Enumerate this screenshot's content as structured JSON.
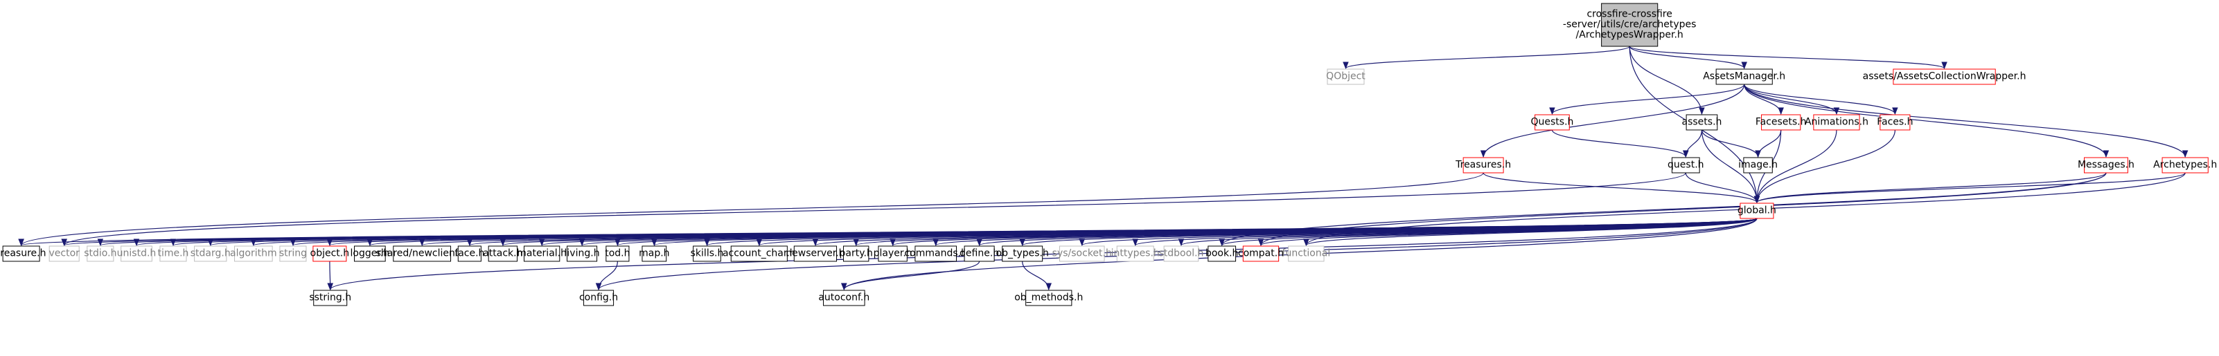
{
  "nodes": [
    {
      "id": "root",
      "lines": [
        "crossfire-crossfire",
        "-server/utils/cre/archetypes",
        "/ArchetypesWrapper.h"
      ],
      "style": "root"
    },
    {
      "id": "qobject",
      "lines": [
        "QObject"
      ],
      "style": "gray"
    },
    {
      "id": "assetsmanager",
      "lines": [
        "AssetsManager.h"
      ],
      "style": "black"
    },
    {
      "id": "assetscollection",
      "lines": [
        "assets/AssetsCollectionWrapper.h"
      ],
      "style": "red"
    },
    {
      "id": "quests",
      "lines": [
        "Quests.h"
      ],
      "style": "red"
    },
    {
      "id": "assets",
      "lines": [
        "assets.h"
      ],
      "style": "black"
    },
    {
      "id": "facesets",
      "lines": [
        "Facesets.h"
      ],
      "style": "red"
    },
    {
      "id": "animations",
      "lines": [
        "Animations.h"
      ],
      "style": "red"
    },
    {
      "id": "faces",
      "lines": [
        "Faces.h"
      ],
      "style": "red"
    },
    {
      "id": "treasures",
      "lines": [
        "Treasures.h"
      ],
      "style": "red"
    },
    {
      "id": "quest",
      "lines": [
        "quest.h"
      ],
      "style": "black"
    },
    {
      "id": "image",
      "lines": [
        "image.h"
      ],
      "style": "black"
    },
    {
      "id": "messages",
      "lines": [
        "Messages.h"
      ],
      "style": "red"
    },
    {
      "id": "archetypes",
      "lines": [
        "Archetypes.h"
      ],
      "style": "red"
    },
    {
      "id": "global",
      "lines": [
        "global.h"
      ],
      "style": "red"
    },
    {
      "id": "treasure",
      "lines": [
        "treasure.h"
      ],
      "style": "black"
    },
    {
      "id": "vector",
      "lines": [
        "vector"
      ],
      "style": "gray"
    },
    {
      "id": "stdio",
      "lines": [
        "stdio.h"
      ],
      "style": "gray"
    },
    {
      "id": "unistd",
      "lines": [
        "unistd.h"
      ],
      "style": "gray"
    },
    {
      "id": "time",
      "lines": [
        "time.h"
      ],
      "style": "gray"
    },
    {
      "id": "stdarg",
      "lines": [
        "stdarg.h"
      ],
      "style": "gray"
    },
    {
      "id": "algorithm",
      "lines": [
        "algorithm"
      ],
      "style": "gray"
    },
    {
      "id": "string",
      "lines": [
        "string"
      ],
      "style": "gray"
    },
    {
      "id": "object",
      "lines": [
        "object.h"
      ],
      "style": "red"
    },
    {
      "id": "logger",
      "lines": [
        "logger.h"
      ],
      "style": "black"
    },
    {
      "id": "newclient",
      "lines": [
        "shared/newclient.h"
      ],
      "style": "black"
    },
    {
      "id": "face",
      "lines": [
        "face.h"
      ],
      "style": "black"
    },
    {
      "id": "attack",
      "lines": [
        "attack.h"
      ],
      "style": "black"
    },
    {
      "id": "material",
      "lines": [
        "material.h"
      ],
      "style": "black"
    },
    {
      "id": "living",
      "lines": [
        "living.h"
      ],
      "style": "black"
    },
    {
      "id": "tod",
      "lines": [
        "tod.h"
      ],
      "style": "black"
    },
    {
      "id": "map",
      "lines": [
        "map.h"
      ],
      "style": "black"
    },
    {
      "id": "skills",
      "lines": [
        "skills.h"
      ],
      "style": "black"
    },
    {
      "id": "account_char",
      "lines": [
        "account_char.h"
      ],
      "style": "black"
    },
    {
      "id": "newserver",
      "lines": [
        "newserver.h"
      ],
      "style": "black"
    },
    {
      "id": "party",
      "lines": [
        "party.h"
      ],
      "style": "black"
    },
    {
      "id": "player",
      "lines": [
        "player.h"
      ],
      "style": "black"
    },
    {
      "id": "commands",
      "lines": [
        "commands.h"
      ],
      "style": "black"
    },
    {
      "id": "define",
      "lines": [
        "define.h"
      ],
      "style": "black"
    },
    {
      "id": "ob_types",
      "lines": [
        "ob_types.h"
      ],
      "style": "black"
    },
    {
      "id": "socket",
      "lines": [
        "sys/socket.h"
      ],
      "style": "gray"
    },
    {
      "id": "inttypes",
      "lines": [
        "inttypes.h"
      ],
      "style": "gray"
    },
    {
      "id": "stdbool",
      "lines": [
        "stdbool.h"
      ],
      "style": "gray"
    },
    {
      "id": "book",
      "lines": [
        "book.h"
      ],
      "style": "black"
    },
    {
      "id": "compat",
      "lines": [
        "compat.h"
      ],
      "style": "red"
    },
    {
      "id": "functional",
      "lines": [
        "functional"
      ],
      "style": "gray"
    },
    {
      "id": "sstring",
      "lines": [
        "sstring.h"
      ],
      "style": "black"
    },
    {
      "id": "config",
      "lines": [
        "config.h"
      ],
      "style": "black"
    },
    {
      "id": "autoconf",
      "lines": [
        "autoconf.h"
      ],
      "style": "black"
    },
    {
      "id": "ob_methods",
      "lines": [
        "ob_methods.h"
      ],
      "style": "black"
    }
  ],
  "edges": [
    [
      "root",
      "qobject"
    ],
    [
      "root",
      "assetsmanager"
    ],
    [
      "root",
      "assetscollection"
    ],
    [
      "root",
      "assets"
    ],
    [
      "root",
      "global"
    ],
    [
      "assetsmanager",
      "quests"
    ],
    [
      "assetsmanager",
      "facesets"
    ],
    [
      "assetsmanager",
      "animations"
    ],
    [
      "assetsmanager",
      "faces"
    ],
    [
      "assetsmanager",
      "treasures"
    ],
    [
      "assetsmanager",
      "messages"
    ],
    [
      "assetsmanager",
      "archetypes"
    ],
    [
      "quests",
      "quest"
    ],
    [
      "assets",
      "quest"
    ],
    [
      "assets",
      "image"
    ],
    [
      "assets",
      "global"
    ],
    [
      "facesets",
      "image"
    ],
    [
      "facesets",
      "global"
    ],
    [
      "animations",
      "global"
    ],
    [
      "faces",
      "global"
    ],
    [
      "treasures",
      "global"
    ],
    [
      "treasures",
      "treasure"
    ],
    [
      "quest",
      "global"
    ],
    [
      "quest",
      "vector"
    ],
    [
      "messages",
      "global"
    ],
    [
      "messages",
      "compat"
    ],
    [
      "messages",
      "book"
    ],
    [
      "archetypes",
      "global"
    ],
    [
      "archetypes",
      "functional"
    ],
    [
      "global",
      "treasure"
    ],
    [
      "global",
      "vector"
    ],
    [
      "global",
      "stdio"
    ],
    [
      "global",
      "unistd"
    ],
    [
      "global",
      "time"
    ],
    [
      "global",
      "stdarg"
    ],
    [
      "global",
      "algorithm"
    ],
    [
      "global",
      "string"
    ],
    [
      "global",
      "object"
    ],
    [
      "global",
      "logger"
    ],
    [
      "global",
      "newclient"
    ],
    [
      "global",
      "face"
    ],
    [
      "global",
      "attack"
    ],
    [
      "global",
      "material"
    ],
    [
      "global",
      "living"
    ],
    [
      "global",
      "tod"
    ],
    [
      "global",
      "map"
    ],
    [
      "global",
      "skills"
    ],
    [
      "global",
      "account_char"
    ],
    [
      "global",
      "newserver"
    ],
    [
      "global",
      "party"
    ],
    [
      "global",
      "player"
    ],
    [
      "global",
      "commands"
    ],
    [
      "global",
      "define"
    ],
    [
      "global",
      "ob_types"
    ],
    [
      "global",
      "socket"
    ],
    [
      "global",
      "inttypes"
    ],
    [
      "global",
      "stdbool"
    ],
    [
      "global",
      "book"
    ],
    [
      "global",
      "compat"
    ],
    [
      "global",
      "functional"
    ],
    [
      "global",
      "sstring"
    ],
    [
      "global",
      "config"
    ],
    [
      "global",
      "autoconf"
    ],
    [
      "object",
      "sstring"
    ],
    [
      "tod",
      "config"
    ],
    [
      "define",
      "autoconf"
    ],
    [
      "ob_types",
      "ob_methods"
    ]
  ],
  "colors": {
    "edge": "#191970",
    "red_border": "#ff0000",
    "gray_border": "#bfbfbf",
    "gray_text": "#808080",
    "root_fill": "#bfbfbf"
  }
}
